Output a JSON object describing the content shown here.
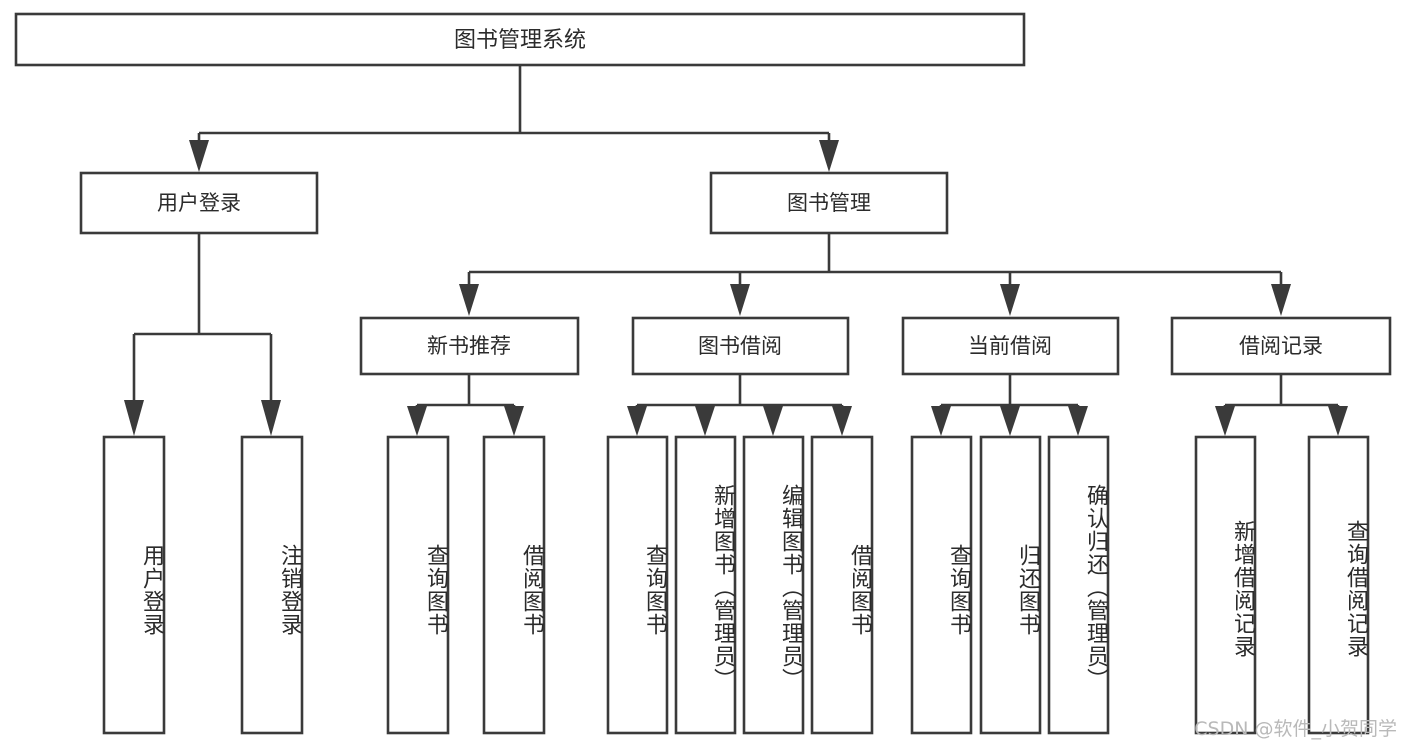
{
  "diagram": {
    "type": "tree",
    "title": "图书管理系统",
    "watermark": "CSDN @软件_小贺同学",
    "colors": {
      "stroke": "#3a3a3a",
      "text": "#2b2b2b",
      "background": "#ffffff",
      "watermark": "#b9b9b9"
    },
    "root": {
      "label": "图书管理系统"
    },
    "level1": [
      {
        "label": "用户登录"
      },
      {
        "label": "图书管理"
      }
    ],
    "level2": [
      {
        "label": "新书推荐"
      },
      {
        "label": "图书借阅"
      },
      {
        "label": "当前借阅"
      },
      {
        "label": "借阅记录"
      }
    ],
    "leaves": {
      "user_login": [
        {
          "label": "用户登录"
        },
        {
          "label": "注销登录"
        }
      ],
      "new_book_recommend": [
        {
          "label": "查询图书"
        },
        {
          "label": "借阅图书"
        }
      ],
      "book_borrow": [
        {
          "label": "查询图书"
        },
        {
          "label": "新增图书（管理员）"
        },
        {
          "label": "编辑图书（管理员）"
        },
        {
          "label": "借阅图书"
        }
      ],
      "current_borrow": [
        {
          "label": "查询图书"
        },
        {
          "label": "归还图书"
        },
        {
          "label": "确认归还（管理员）"
        }
      ],
      "borrow_record": [
        {
          "label": "新增借阅记录"
        },
        {
          "label": "查询借阅记录"
        }
      ]
    }
  }
}
